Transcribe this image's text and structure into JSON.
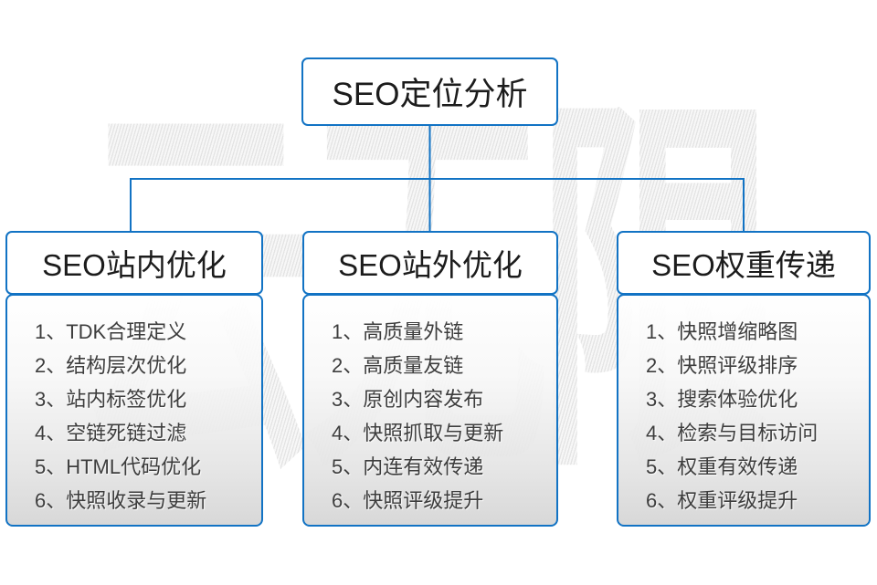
{
  "watermark": {
    "text": "云无限"
  },
  "root": {
    "title": "SEO定位分析"
  },
  "columns": [
    {
      "title": "SEO站内优化",
      "items": [
        "1、TDK合理定义",
        "2、结构层次优化",
        "3、站内标签优化",
        "4、空链死链过滤",
        "5、HTML代码优化",
        "6、快照收录与更新"
      ]
    },
    {
      "title": "SEO站外优化",
      "items": [
        "1、高质量外链",
        "2、高质量友链",
        "3、原创内容发布",
        "4、快照抓取与更新",
        "5、内连有效传递",
        "6、快照评级提升"
      ]
    },
    {
      "title": "SEO权重传递",
      "items": [
        "1、快照增缩略图",
        "2、快照评级排序",
        "3、搜索体验优化",
        "4、检索与目标访问",
        "5、权重有效传递",
        "6、权重评级提升"
      ]
    }
  ],
  "colors": {
    "accent": "#1273c4"
  }
}
